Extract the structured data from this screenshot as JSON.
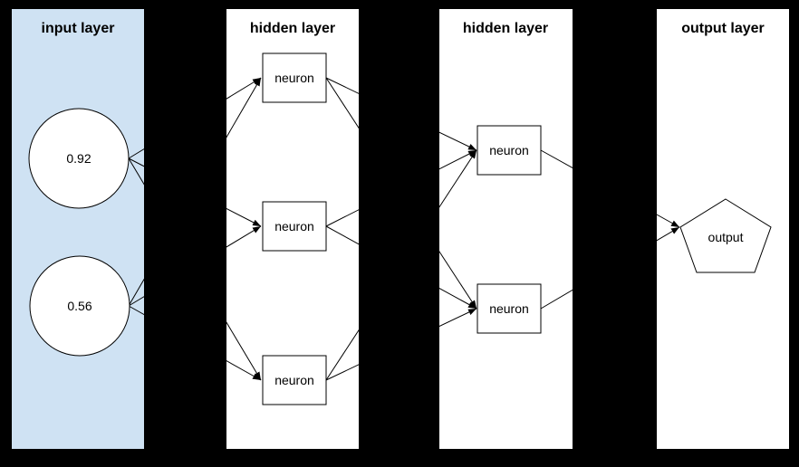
{
  "diagram": {
    "type": "neural-network",
    "background_color": "#000000",
    "stroke_color": "#000000",
    "node_fill_color": "#ffffff",
    "input_panel_fill": "#cfe2f3",
    "panel_fill": "#ffffff",
    "layers": [
      {
        "title": "input layer",
        "nodes": [
          {
            "id": "input-1",
            "shape": "circle",
            "label": "0.92"
          },
          {
            "id": "input-2",
            "shape": "circle",
            "label": "0.56"
          }
        ]
      },
      {
        "title": "hidden layer",
        "nodes": [
          {
            "id": "hidden1-1",
            "shape": "rect",
            "label": "neuron"
          },
          {
            "id": "hidden1-2",
            "shape": "rect",
            "label": "neuron"
          },
          {
            "id": "hidden1-3",
            "shape": "rect",
            "label": "neuron"
          }
        ]
      },
      {
        "title": "hidden layer",
        "nodes": [
          {
            "id": "hidden2-1",
            "shape": "rect",
            "label": "neuron"
          },
          {
            "id": "hidden2-2",
            "shape": "rect",
            "label": "neuron"
          }
        ]
      },
      {
        "title": "output layer",
        "nodes": [
          {
            "id": "output-1",
            "shape": "pentagon",
            "label": "output"
          }
        ]
      }
    ],
    "edges": [
      {
        "from": "input-1",
        "to": "hidden1-1"
      },
      {
        "from": "input-1",
        "to": "hidden1-2"
      },
      {
        "from": "input-1",
        "to": "hidden1-3"
      },
      {
        "from": "input-2",
        "to": "hidden1-1"
      },
      {
        "from": "input-2",
        "to": "hidden1-2"
      },
      {
        "from": "input-2",
        "to": "hidden1-3"
      },
      {
        "from": "hidden1-1",
        "to": "hidden2-1"
      },
      {
        "from": "hidden1-1",
        "to": "hidden2-2"
      },
      {
        "from": "hidden1-2",
        "to": "hidden2-1"
      },
      {
        "from": "hidden1-2",
        "to": "hidden2-2"
      },
      {
        "from": "hidden1-3",
        "to": "hidden2-1"
      },
      {
        "from": "hidden1-3",
        "to": "hidden2-2"
      },
      {
        "from": "hidden2-1",
        "to": "output-1"
      },
      {
        "from": "hidden2-2",
        "to": "output-1"
      }
    ]
  }
}
